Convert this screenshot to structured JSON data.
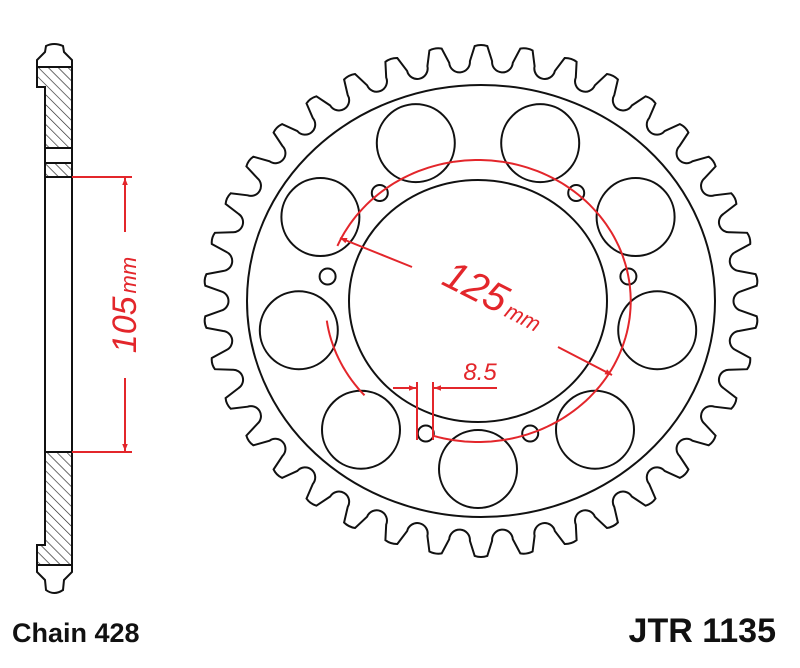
{
  "drawing": {
    "hub_width_value": "105",
    "hub_width_unit": "mm",
    "pitch_circle_value": "125",
    "pitch_circle_unit": "mm",
    "bolt_hole_value": "8.5",
    "chain_label": "Chain 428",
    "part_number": "JTR 1135",
    "colors": {
      "outline": "#111111",
      "dimension": "#e3262b"
    },
    "icons": [
      "sprocket-side-profile",
      "sprocket-front-view"
    ]
  }
}
